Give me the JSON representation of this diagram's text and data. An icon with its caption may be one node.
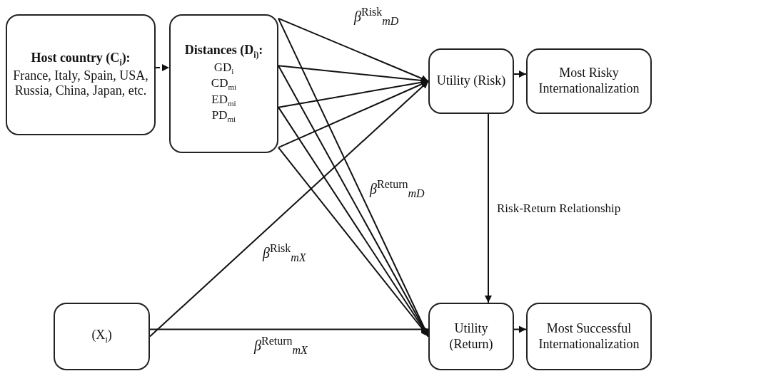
{
  "diagram": {
    "nodes": [
      {
        "text": [
          "Host country (C$_{i}$):",
          "France, Italy, Spain, USA, Russia, China, Japan, etc."
        ]
      },
      {
        "text": [
          "Distances (D$_{i)}$:",
          "GD$_{i}$",
          "CD$_{mi}$",
          "ED$_{mi}$",
          "PD$_{mi}$"
        ]
      },
      {
        "text": [
          "Utility (Risk)"
        ]
      },
      {
        "text": [
          "Most Risky Internationalization"
        ]
      },
      {
        "text": [
          "(X$_{i}$)"
        ]
      },
      {
        "text": [
          "Utility (Return)"
        ]
      },
      {
        "text": [
          "Most Successful Internationalization"
        ]
      }
    ],
    "edges": [
      {
        "from": 0,
        "to": 1,
        "arrow": "to",
        "style": "dashed"
      },
      {
        "from": 1,
        "to": 2,
        "arrow": "to"
      },
      {
        "from": 1,
        "to": 2,
        "arrow": "to"
      },
      {
        "from": 1,
        "to": 2,
        "arrow": "to"
      },
      {
        "from": 1,
        "to": 2,
        "arrow": "to"
      },
      {
        "from": 1,
        "to": 5,
        "arrow": "to"
      },
      {
        "from": 1,
        "to": 5,
        "arrow": "to"
      },
      {
        "from": 1,
        "to": 5,
        "arrow": "to"
      },
      {
        "from": 1,
        "to": 5,
        "arrow": "to"
      },
      {
        "from": 4,
        "to": 2,
        "arrow": "to"
      },
      {
        "from": 4,
        "to": 5,
        "arrow": "to"
      },
      {
        "from": 2,
        "to": 3,
        "arrow": "to"
      },
      {
        "from": 2,
        "to": 5,
        "arrow": "to",
        "label": "Risk-Return Relationship"
      },
      {
        "from": 5,
        "to": 6,
        "arrow": "to"
      }
    ],
    "labels": [
      "β$^{Risk}$$_{mD}$",
      "β$^{Return}$$_{mD}$",
      "β$^{Risk}$$_{mX}$",
      "β$^{Return}$$_{mX}$"
    ]
  }
}
